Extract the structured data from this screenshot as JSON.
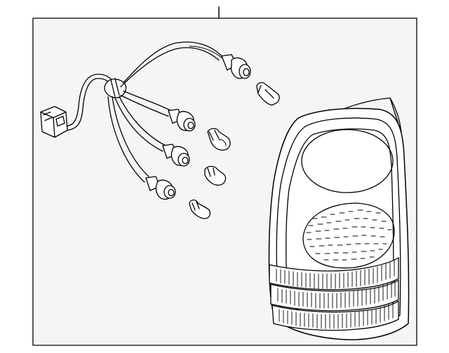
{
  "diagram": {
    "callouts": [
      {
        "id": "1",
        "label": ""
      }
    ],
    "components": [
      {
        "name": "tail-lamp-assembly"
      },
      {
        "name": "wiring-harness"
      },
      {
        "name": "harness-connector"
      },
      {
        "name": "bulb-socket",
        "count": 4
      },
      {
        "name": "bulb",
        "count": 4
      }
    ],
    "colors": {
      "line": "#000000",
      "fill": "#f5f5f5",
      "background": "#ffffff"
    }
  }
}
